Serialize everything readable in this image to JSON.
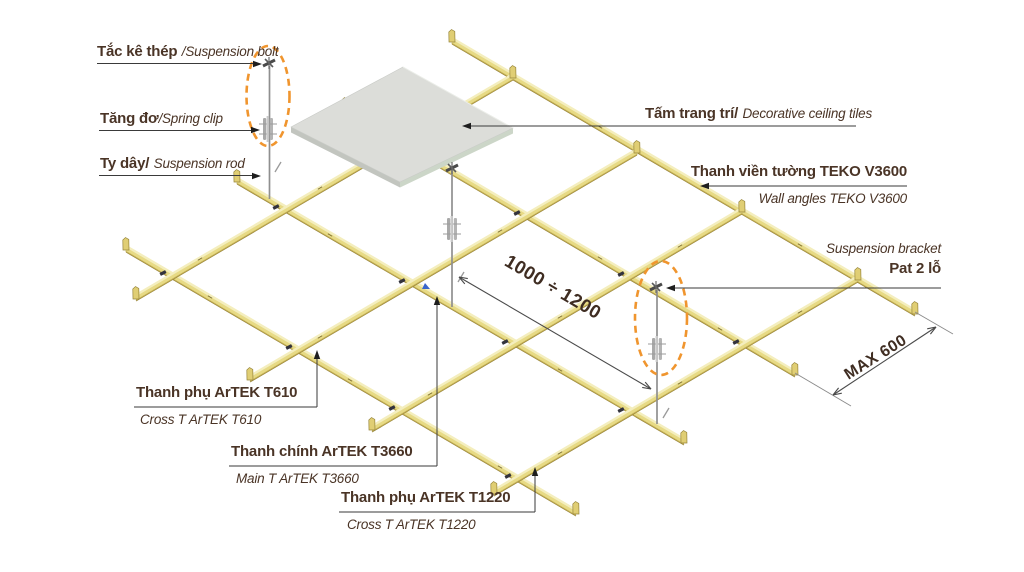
{
  "title": "Suspended ceiling grid installation diagram",
  "labels": {
    "bolt": {
      "vn": "Tắc kê thép",
      "en": "/Suspension bolt"
    },
    "clip": {
      "vn": "Tăng đơ",
      "en": "/Spring clip"
    },
    "rod": {
      "vn": "Ty dây/",
      "en": "Suspension rod"
    },
    "tile": {
      "vn": "Tấm trang trí/",
      "en": "Decorative ceiling tiles"
    },
    "wall": {
      "vn": "Thanh viền tường TEKO V3600",
      "en": "Wall angles TEKO V3600"
    },
    "bracket": {
      "en": "Suspension bracket",
      "vn": "Pat 2 lỗ"
    },
    "t610": {
      "vn": "Thanh phụ ArTEK T610",
      "en": "Cross T ArTEK T610"
    },
    "t3660": {
      "vn": "Thanh chính ArTEK T3660",
      "en": "Main T ArTEK T3660"
    },
    "t1220": {
      "vn": "Thanh phụ ArTEK T1220",
      "en": "Cross T ArTEK T1220"
    }
  },
  "dims": {
    "spacing": "1000 ÷ 1200",
    "max": "MAX 600"
  },
  "colors": {
    "accent_orange": "#f0952e",
    "bar_yellow": "#e7da85",
    "text_brown": "#4a3426",
    "tile_gray": "#dcddd9"
  }
}
